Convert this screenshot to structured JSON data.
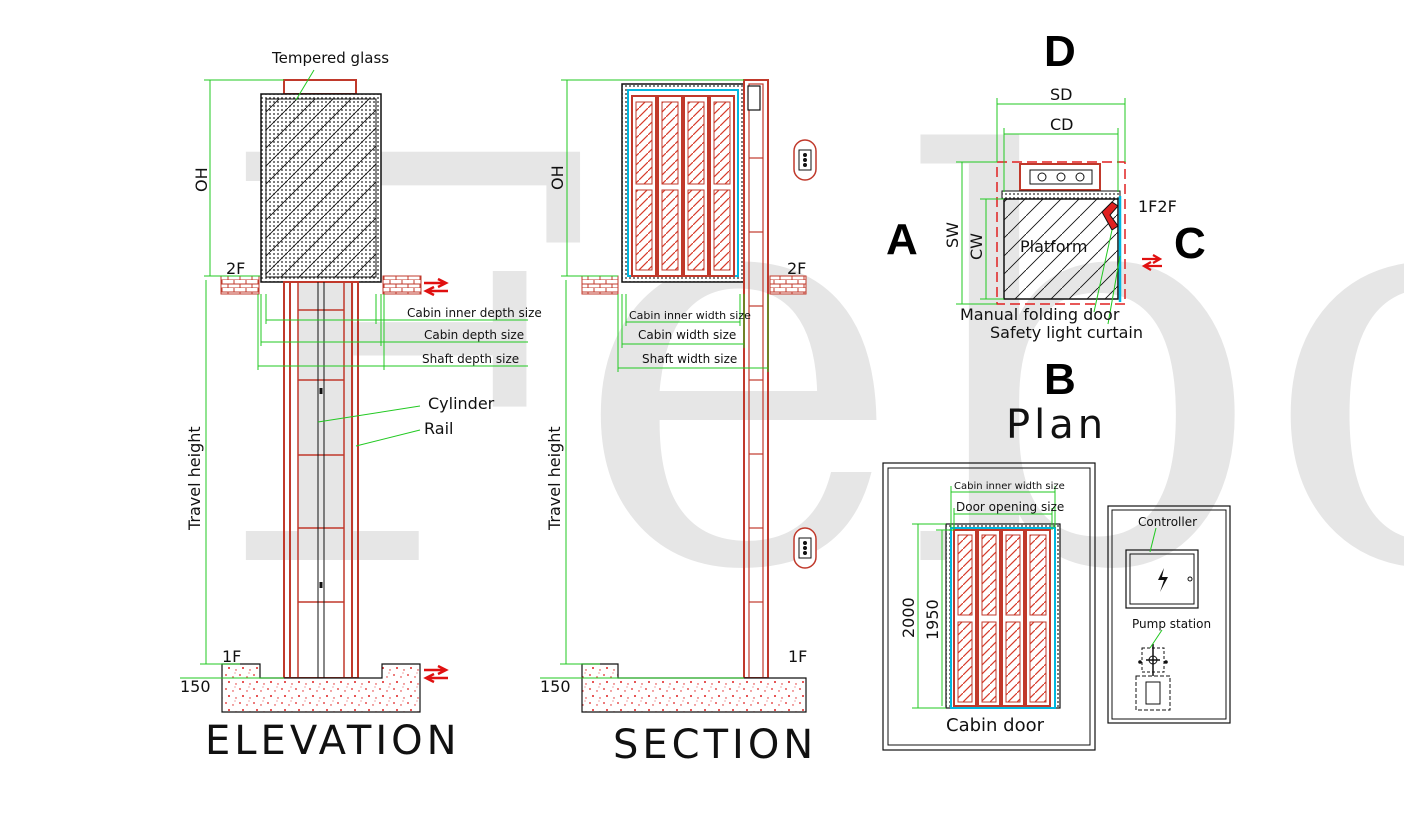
{
  "watermark": "Febo",
  "colors": {
    "frame": "#c0392b",
    "hatch": "#d63a2a",
    "dim": "#22c922",
    "glass": "#00b7e0",
    "line": "#111111",
    "arrow": "#e01010"
  },
  "elevation": {
    "title": "ELEVATION",
    "tempered_glass": "Tempered glass",
    "oh": "OH",
    "travel_height": "Travel height",
    "floor_top": "2F",
    "floor_bottom": "1F",
    "pit": "150",
    "cabin_inner_depth": "Cabin inner depth size",
    "cabin_depth": "Cabin depth size",
    "shaft_depth": "Shaft depth size",
    "cylinder": "Cylinder",
    "rail": "Rail"
  },
  "section": {
    "title": "SECTION",
    "oh": "OH",
    "travel_height": "Travel height",
    "floor_top": "2F",
    "floor_bottom": "1F",
    "pit": "150",
    "cabin_inner_width": "Cabin inner width size",
    "cabin_width": "Cabin width size",
    "shaft_width": "Shaft width size"
  },
  "plan": {
    "title": "Plan",
    "side_a": "A",
    "side_b": "B",
    "side_c": "C",
    "side_d": "D",
    "sd": "SD",
    "cd": "CD",
    "sw": "SW",
    "cw": "CW",
    "floors": "1F2F",
    "platform": "Platform",
    "manual_door": "Manual folding door",
    "light_curtain": "Safety light curtain"
  },
  "cabin_door": {
    "title": "Cabin door",
    "inner_width": "Cabin inner width size",
    "door_opening": "Door opening size",
    "h_outer": "2000",
    "h_inner": "1950"
  },
  "controller_panel": {
    "controller": "Controller",
    "pump_station": "Pump station"
  }
}
